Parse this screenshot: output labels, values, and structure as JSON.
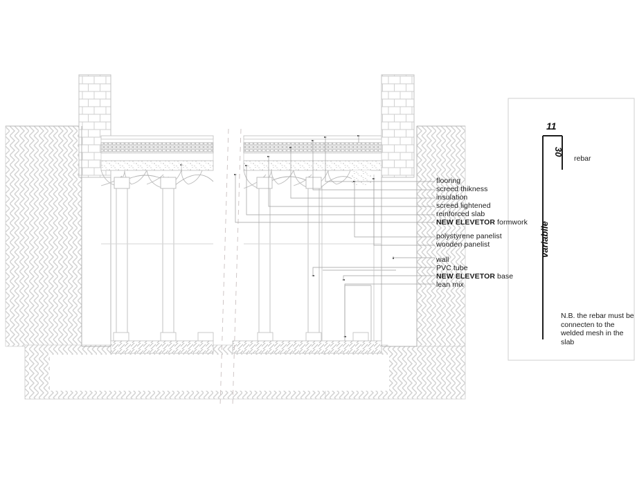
{
  "drawing": {
    "title": "Building section detail - new elevator insertion",
    "colors": {
      "line": "#9a9a9a",
      "line_dark": "#5a5a5a",
      "line_light": "#c9c9c9",
      "hatch_earth": "#cfcfcf",
      "hatch_lean": "#bdbdbd",
      "text": "#1a1a1a",
      "background": "#ffffff"
    }
  },
  "callouts": {
    "group1": [
      {
        "text": "flooring",
        "bold_prefix": ""
      },
      {
        "text": "screed thikness",
        "bold_prefix": ""
      },
      {
        "text": "insulation",
        "bold_prefix": ""
      },
      {
        "text": "screed lightened",
        "bold_prefix": ""
      },
      {
        "text": "reinforced slab",
        "bold_prefix": ""
      },
      {
        "text": " formwork",
        "bold_prefix": "NEW ELEVETOR"
      }
    ],
    "group2": [
      {
        "text": "polystyrene panelist",
        "bold_prefix": ""
      },
      {
        "text": "wooden panelist",
        "bold_prefix": ""
      }
    ],
    "group3": [
      {
        "text": "wall",
        "bold_prefix": ""
      },
      {
        "text": "PVC tube",
        "bold_prefix": ""
      },
      {
        "text": " base",
        "bold_prefix": "NEW ELEVETOR"
      },
      {
        "text": "lean mix",
        "bold_prefix": ""
      }
    ]
  },
  "detail_panel": {
    "dimension_top": "11",
    "dimension_leg": "30",
    "dimension_height": "variabile",
    "rebar_label": "rebar",
    "note": "N.B. the rebar must be connecten to the welded mesh in the slab"
  }
}
